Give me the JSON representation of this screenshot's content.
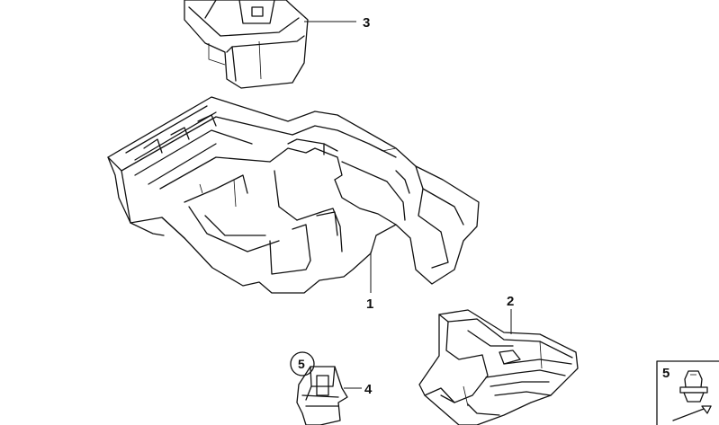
{
  "parts": [
    {
      "id": "part-1",
      "callout": "1",
      "name": "main-tray"
    },
    {
      "id": "part-2",
      "callout": "2",
      "name": "tool-tray"
    },
    {
      "id": "part-3",
      "callout": "3",
      "name": "storage-insert"
    },
    {
      "id": "part-4",
      "callout": "4",
      "name": "clip-holder"
    },
    {
      "id": "part-5",
      "callout": "5",
      "name": "plug"
    }
  ],
  "ring_callout": "5",
  "legend_callout": "5",
  "icons": {
    "legend_item": "rivet-plug-icon",
    "direction": "arrow-icon"
  }
}
